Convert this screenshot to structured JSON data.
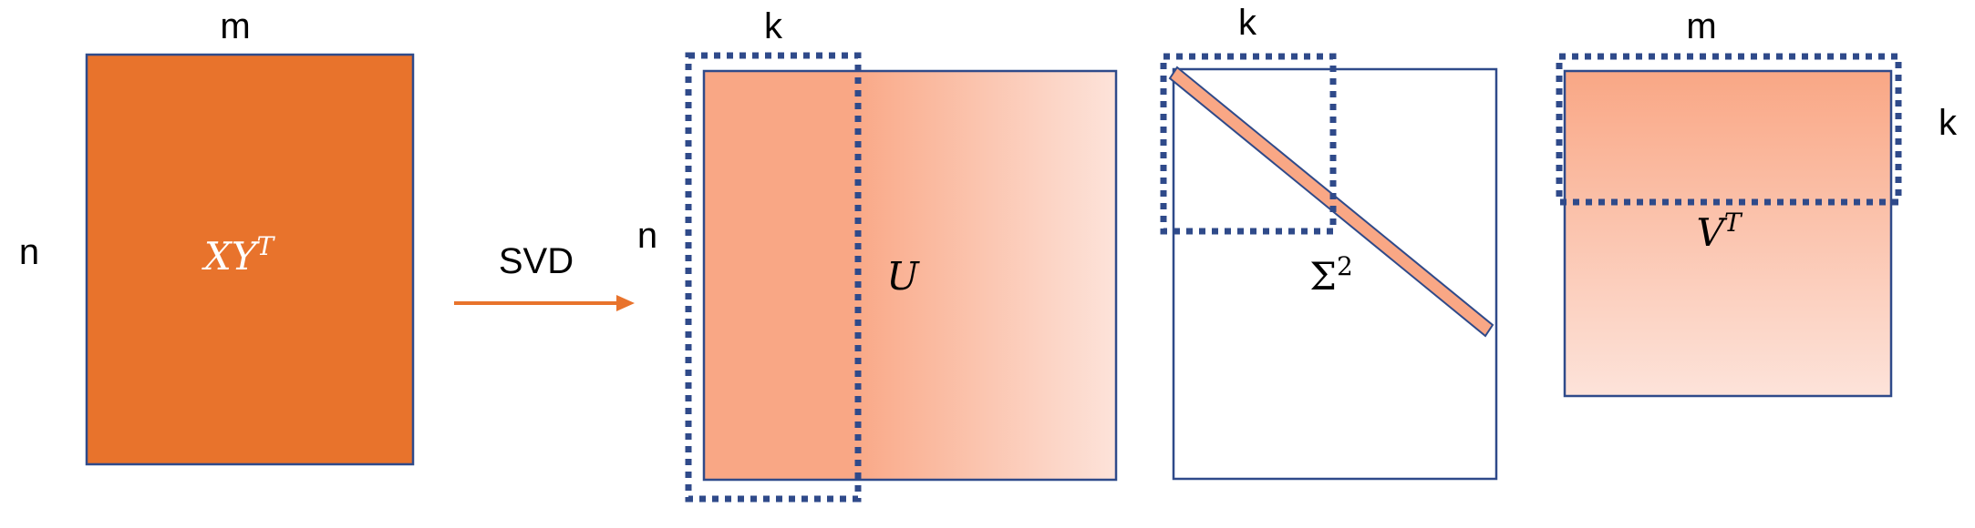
{
  "labels": {
    "x_width": "m",
    "x_height": "n",
    "arrow": "SVD",
    "u_k": "k",
    "u_n": "n",
    "s_k": "k",
    "v_m": "m",
    "v_k": "k"
  },
  "matrices": {
    "x": {
      "base": "XY",
      "sup": "T"
    },
    "u": {
      "base": "U"
    },
    "sigma": {
      "base": "Σ",
      "sup": "2"
    },
    "v": {
      "base": "V",
      "sup": "T"
    }
  },
  "colors": {
    "outline": "#2F4A8A",
    "dotted": "#2F4A8A",
    "solid_fill": "#E8732C",
    "arrow": "#E8732C",
    "gradient_dark": "#F9A785",
    "gradient_light": "#FDE3DA",
    "matrix_text_on_dark": "#FFFFFF",
    "matrix_text": "#000000"
  }
}
